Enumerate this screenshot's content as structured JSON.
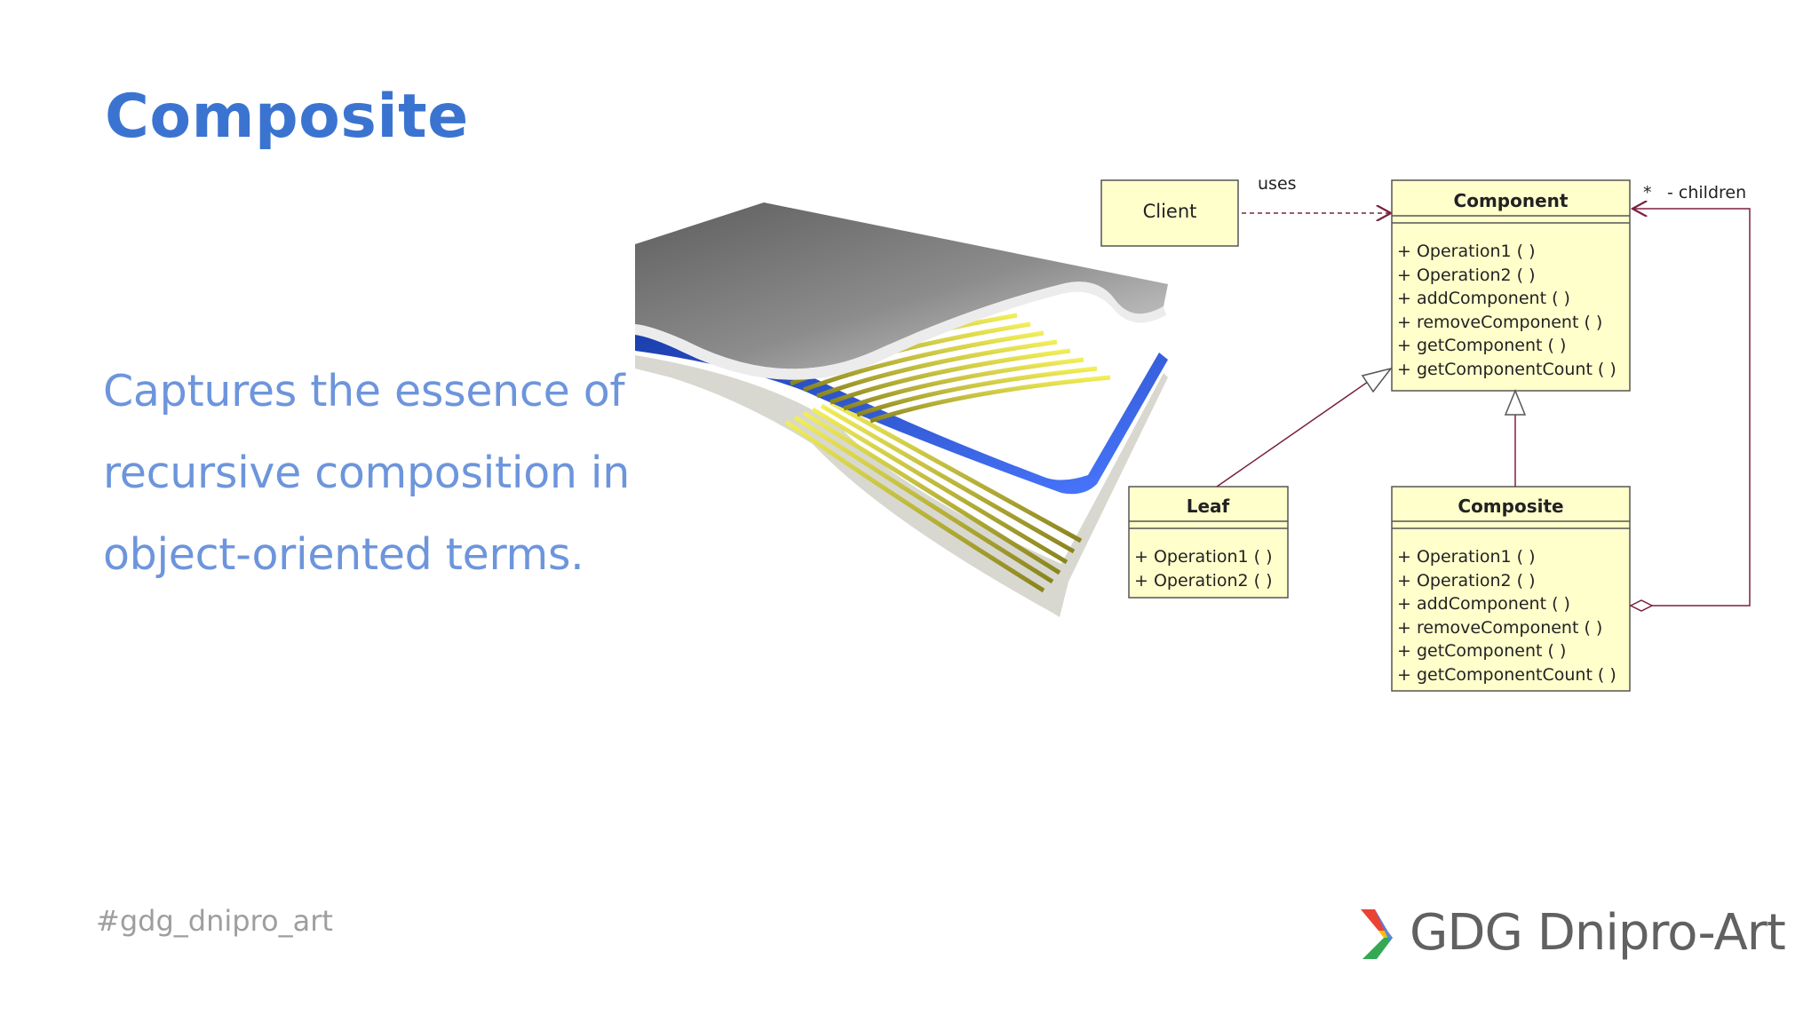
{
  "slide": {
    "title": "Composite",
    "body_lines": [
      "Captures the essence of",
      "recursive composition in",
      "object-oriented terms."
    ],
    "hashtag": "#gdg_dnipro_art",
    "logo_text": "GDG Dnipro-Art"
  },
  "uml": {
    "client": {
      "name": "Client"
    },
    "component": {
      "name": "Component",
      "operations": [
        "+ Operation1 ( )",
        "+ Operation2 ( )",
        "+ addComponent ( )",
        "+ removeComponent ( )",
        "+ getComponent ( )",
        "+ getComponentCount ( )"
      ]
    },
    "leaf": {
      "name": "Leaf",
      "operations": [
        "+ Operation1 ( )",
        "+ Operation2 ( )"
      ]
    },
    "composite": {
      "name": "Composite",
      "operations": [
        "+ Operation1 ( )",
        "+ Operation2 ( )",
        "+ addComponent ( )",
        "+ removeComponent ( )",
        "+ getComponent ( )",
        "+ getComponentCount ( )"
      ]
    },
    "labels": {
      "uses": "uses",
      "multiplicity": "*",
      "role": "- children"
    }
  },
  "colors": {
    "title": "#3b74d0",
    "body": "#6d95dc",
    "uml_box_fill": "#ffffcc",
    "uml_line": "#7a2040"
  },
  "icons": [
    "gdg-chevron-logo-icon"
  ]
}
